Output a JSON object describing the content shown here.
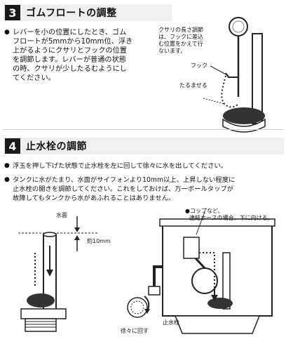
{
  "section3": {
    "number": "3",
    "title": "ゴムフロートの調整",
    "bullet": "●",
    "lines": [
      "レバーを小の位置にしたとき、ゴム",
      "フロートが5mmから10mm位、浮き",
      "上がるようにクサリとフックの位置",
      "を調節します。レバーが普通の状態",
      "の時、クサリが少したるむようにし",
      "てください。"
    ],
    "chain_note": [
      "クサリの長さ調節",
      "は、フックに差込",
      "む位置をかえて行",
      "ないます。"
    ],
    "hook_label": "フック",
    "slack_label": "たるませる"
  },
  "section4": {
    "number": "4",
    "title": "止水栓の調節",
    "bullets": [
      {
        "mark": "●",
        "lines": [
          "浮玉を押し下げた状態で止水栓を左に回して徐々に水を出してください。"
        ]
      },
      {
        "mark": "●",
        "lines": [
          "タンクに水がたまり、水面がサイフォンより10mm以上、上昇しない程度に",
          "止水栓の開きを調節してください。これをしておけば、万一ボールタップが",
          "故障してもタンクから水があふれることはありません。"
        ]
      }
    ],
    "water_level_label": "水面",
    "approx_label": "約10mm",
    "cup_note": [
      "●コップなど、",
      "連結ホースの場合、下に向ける。"
    ],
    "valve_label": "止水栓",
    "turn_label": "徐々に回す"
  }
}
